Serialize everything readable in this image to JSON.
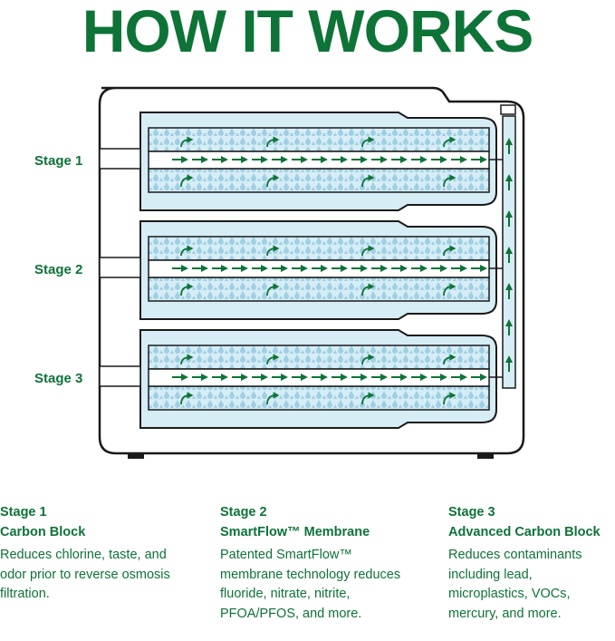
{
  "title": "HOW IT WORKS",
  "stages": [
    {
      "label": "Stage 1",
      "name": "Carbon Block",
      "description": "Reduces chlorine, taste, and odor prior to reverse osmosis filtration."
    },
    {
      "label": "Stage 2",
      "name": "SmartFlow™ Membrane",
      "description": "Patented SmartFlow™ membrane technology reduces fluoride, nitrate, nitrite, PFOA/PFOS, and more."
    },
    {
      "label": "Stage 3",
      "name": "Advanced Carbon Block",
      "description": "Reduces contaminants including lead, microplastics, VOCs, mercury, and more."
    }
  ],
  "colors": {
    "brand_green": "#0d7337",
    "water_blue": "#d6edf6",
    "droplet_blue": "#9fcfe3",
    "outline": "#1a1a1a"
  }
}
